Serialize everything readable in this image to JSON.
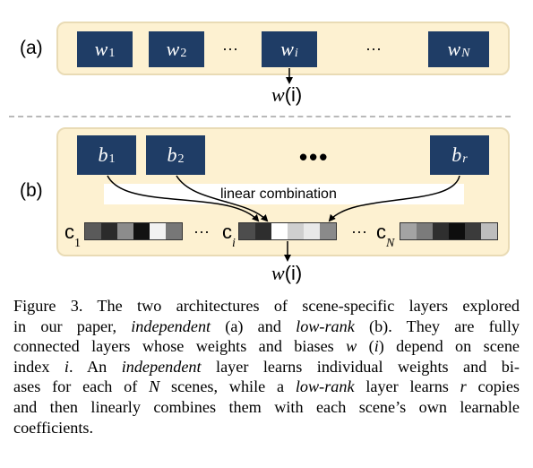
{
  "panel_a": {
    "label": "(a)",
    "weights": [
      {
        "base": "w",
        "sub": "1"
      },
      {
        "base": "w",
        "sub": "2"
      },
      {
        "base": "w",
        "sub": "i"
      },
      {
        "base": "w",
        "sub": "N"
      }
    ],
    "ellipsis": "···",
    "output": {
      "base": "w",
      "arg": "(i)"
    }
  },
  "panel_b": {
    "label": "(b)",
    "bases": [
      {
        "base": "b",
        "sub": "1"
      },
      {
        "base": "b",
        "sub": "2"
      },
      {
        "base": "b",
        "sub": "r"
      }
    ],
    "ellipsis_big": "•••",
    "combination_label": "linear combination",
    "coefficients": [
      {
        "base": "c",
        "sub": "1",
        "cells": [
          "#5a5a5a",
          "#2b2b2b",
          "#8c8c8c",
          "#121212",
          "#f2f2f2",
          "#777777"
        ]
      },
      {
        "base": "c",
        "sub": "i",
        "cells": [
          "#4d4d4d",
          "#2e2e2e",
          "#ffffff",
          "#cfcfcf",
          "#e9e9e9",
          "#8a8a8a"
        ]
      },
      {
        "base": "c",
        "sub": "N",
        "cells": [
          "#a3a3a3",
          "#7b7b7b",
          "#2f2f2f",
          "#0e0e0e",
          "#3b3b3b",
          "#bdbdbd"
        ]
      }
    ],
    "ellipsis": "···",
    "output": {
      "base": "w",
      "arg": "(i)"
    }
  },
  "caption": [
    {
      "parts": [
        {
          "t": "Figure 3. The two architectures of scene-specific layers explored"
        }
      ]
    },
    {
      "parts": [
        {
          "t": "in our paper, "
        },
        {
          "t": "independent",
          "i": true
        },
        {
          "t": " (a) and "
        },
        {
          "t": "low-rank",
          "i": true
        },
        {
          "t": " (b).  They are fully"
        }
      ]
    },
    {
      "parts": [
        {
          "t": "connected layers whose weights and biases "
        },
        {
          "t": "w",
          "i": true
        },
        {
          "t": " ("
        },
        {
          "t": "i",
          "i": true
        },
        {
          "t": ") depend on scene"
        }
      ]
    },
    {
      "parts": [
        {
          "t": "index "
        },
        {
          "t": "i",
          "i": true
        },
        {
          "t": ".  An "
        },
        {
          "t": "independent",
          "i": true
        },
        {
          "t": " layer learns individual weights and bi-"
        }
      ]
    },
    {
      "parts": [
        {
          "t": "ases for each of "
        },
        {
          "t": "N",
          "i": true
        },
        {
          "t": " scenes, while a "
        },
        {
          "t": "low-rank",
          "i": true
        },
        {
          "t": " layer learns "
        },
        {
          "t": "r",
          "i": true
        },
        {
          "t": " copies"
        }
      ]
    },
    {
      "parts": [
        {
          "t": "and then linearly combines them with each scene’s own learnable"
        }
      ]
    },
    {
      "parts": [
        {
          "t": "coefficients."
        }
      ]
    }
  ]
}
